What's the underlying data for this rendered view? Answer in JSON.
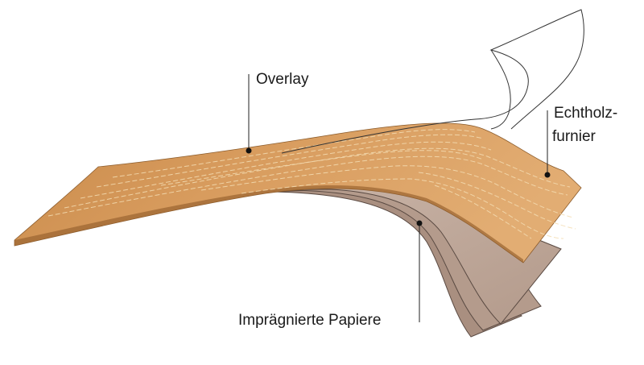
{
  "labels": {
    "overlay": "Overlay",
    "veneer_line1": "Echtholz-",
    "veneer_line2": "furnier",
    "impregnated_paper": "Imprägnierte Papiere"
  },
  "colors": {
    "veneer_main": "#d59a5c",
    "veneer_dark": "#c07a3c",
    "veneer_light": "#e6b47c",
    "grain": "#f3d9ae",
    "paper": "#bfa89b",
    "paper_dark": "#a88f80",
    "outline": "#3a3a3a"
  }
}
